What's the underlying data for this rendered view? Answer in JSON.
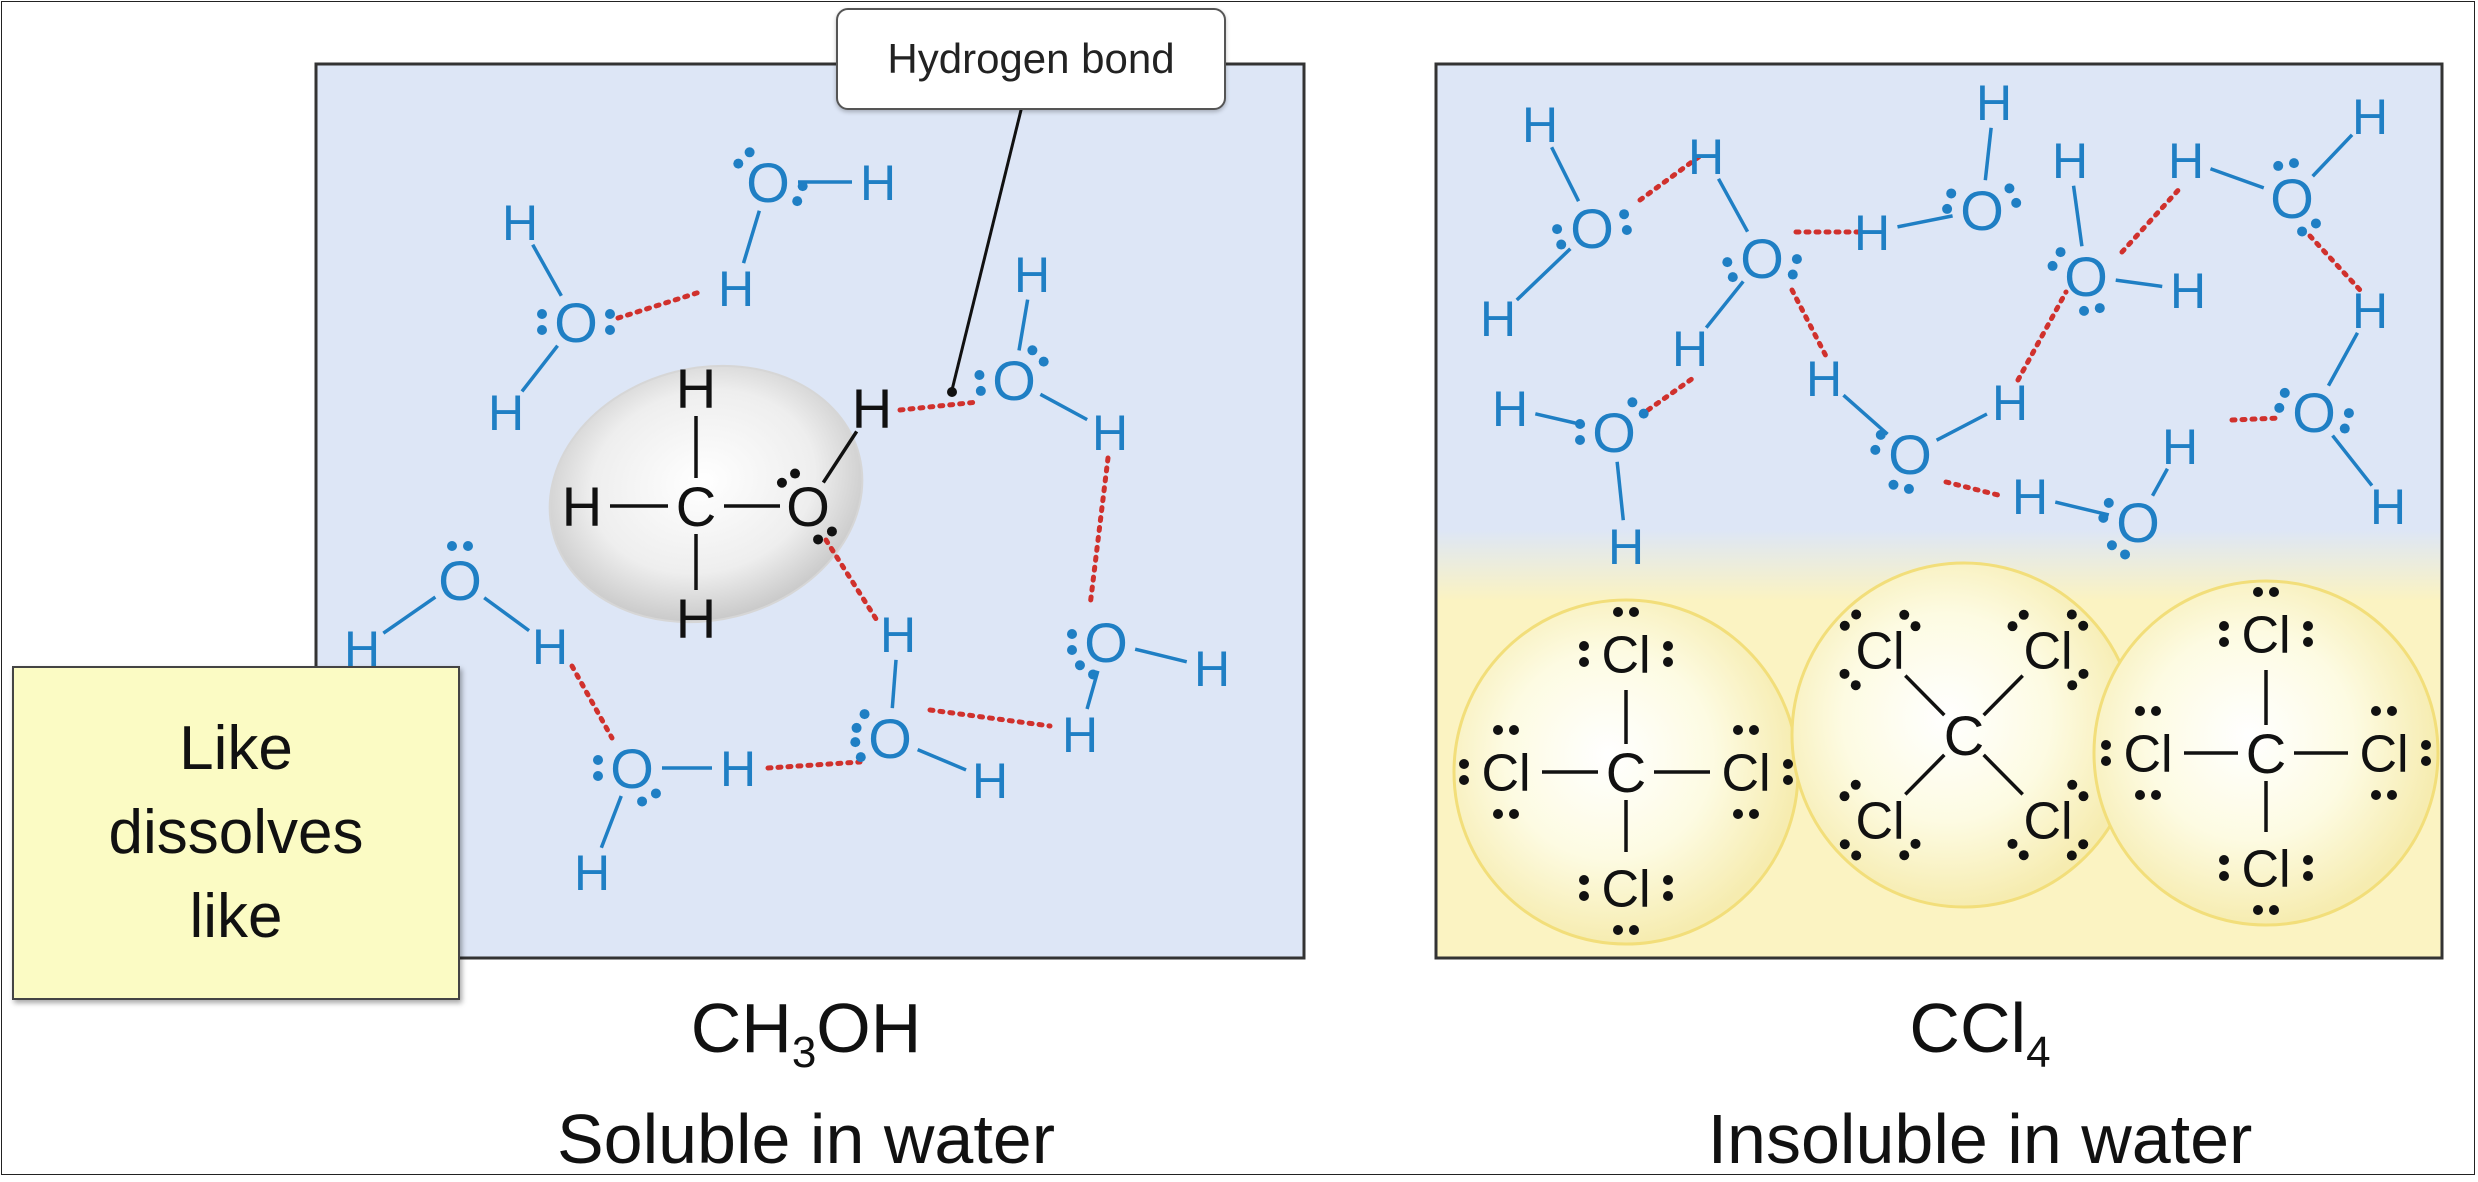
{
  "callout": {
    "label": "Hydrogen bond"
  },
  "rule": {
    "text": "Like\ndissolves\nlike"
  },
  "left": {
    "formula": {
      "a": "CH",
      "sub": "3",
      "b": "OH"
    },
    "caption": "Soluble in water",
    "methanol_atoms": [
      "H",
      "H",
      "H",
      "C",
      "O",
      "H"
    ]
  },
  "right": {
    "formula": {
      "a": "CCl",
      "sub": "4"
    },
    "caption": "Insoluble in water"
  },
  "atoms": {
    "oxygen": "O",
    "hydrogen": "H",
    "carbon": "C",
    "chlorine": "Cl"
  },
  "colors": {
    "water": "#1f7fc4",
    "hbond": "#d0312d",
    "panel_bg": "#dde6f6",
    "organic_layer": "#fbf3c2",
    "rule_bg": "#fbfbc4",
    "text": "#111111"
  }
}
